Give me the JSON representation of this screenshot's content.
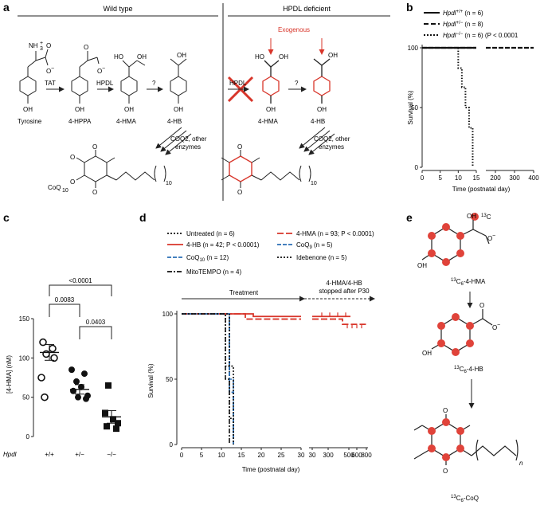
{
  "panels": {
    "a": {
      "letter": "a",
      "left_title": "Wild type",
      "right_title": "HPDL deficient",
      "exogenous": "Exogenous",
      "molecules": [
        "Tyrosine",
        "4-HPPA",
        "4-HMA",
        "4-HB",
        "4-HMA",
        "4-HB"
      ],
      "enzymes": [
        "TAT",
        "HPDL",
        "?",
        "HPDL",
        "?"
      ],
      "coq2_lines": [
        "COQ2, other",
        "enzymes"
      ],
      "coq_label": "CoQ",
      "coq_sub": "10",
      "subscript_10": "10",
      "amine": "NH",
      "amine_charge": "+",
      "amine_sub": "3",
      "oxygen": "O",
      "oxygen_minus": "O",
      "minus": "−",
      "oh": "OH",
      "ho": "HO"
    },
    "b": {
      "letter": "b",
      "legend": [
        {
          "gene": "Hpdl",
          "sup": "+/+",
          "rest": " (n = 6)"
        },
        {
          "gene": "Hpdl",
          "sup": "+/−",
          "rest": " (n = 8)"
        },
        {
          "gene": "Hpdl",
          "sup": "−/−",
          "rest": " (n = 6) (P < 0.0001"
        }
      ],
      "xlabel": "Time (postnatal day)",
      "ylabel": "Survival (%)"
    },
    "c": {
      "letter": "c",
      "ylabel": "[4-HMA] (nM)",
      "genotype_label": "Hpdl",
      "brackets": [
        "<0.0001",
        "0.0083",
        "0.0403"
      ]
    },
    "d": {
      "letter": "d",
      "legend": [
        {
          "label": "Untreated (n = 6)",
          "color": "#111111"
        },
        {
          "label": "4-HMA (n = 93; P < 0.0001)",
          "color": "#d8352a"
        },
        {
          "label": "4-HB (n = 42; P < 0.0001)",
          "color": "#d8352a"
        },
        {
          "label": "CoQ",
          "sub": "9",
          "rest": " (n = 5)",
          "color": "#2a6fb5"
        },
        {
          "label": "CoQ",
          "sub": "10",
          "rest": " (n = 12)",
          "color": "#2a6fb5"
        },
        {
          "label": "Idebenone (n = 5)",
          "color": "#111111"
        },
        {
          "label": "MitoTEMPO (n = 4)",
          "color": "#111111"
        }
      ],
      "treatment": "Treatment",
      "stopped": [
        "4-HMA/4-HB",
        "stopped after P30"
      ],
      "xlabel": "Time (postnatal day)",
      "ylabel": "Survival (%)"
    },
    "e": {
      "letter": "e",
      "isotope": "C",
      "isotope_mass": "13",
      "labels": [
        {
          "pre": "13",
          "mid": "C",
          "sub": "6",
          "post": "-4-HMA"
        },
        {
          "pre": "13",
          "mid": "C",
          "sub": "6",
          "post": "-4-HB"
        },
        {
          "pre": "13",
          "mid": "C",
          "sub": "6",
          "post": "-CoQ"
        }
      ],
      "n": "n",
      "oh": "OH",
      "o_minus": "O",
      "minus": "−"
    }
  },
  "chart_data": [
    {
      "type": "line",
      "panel": "b",
      "ylabel": "Survival (%)",
      "xlabel": "Time (postnatal day)",
      "x_ticks": [
        "0",
        "5",
        "10",
        "15",
        "200",
        "300",
        "400"
      ],
      "y_ticks": [
        "0",
        "50",
        "100"
      ],
      "ylim": [
        0,
        100
      ],
      "series": [
        {
          "name": "Hpdl+/+ (n = 6)",
          "x": [
            0,
            400
          ],
          "y": [
            100,
            100
          ]
        },
        {
          "name": "Hpdl+/− (n = 8)",
          "x": [
            0,
            400
          ],
          "y": [
            100,
            100
          ]
        },
        {
          "name": "Hpdl−/− (n = 6) (P < 0.0001",
          "x": [
            0,
            9,
            10,
            11,
            12,
            13,
            14
          ],
          "y": [
            100,
            100,
            83,
            67,
            50,
            33,
            0
          ]
        }
      ]
    },
    {
      "type": "scatter",
      "panel": "c",
      "ylabel": "[4-HMA] (nM)",
      "categories": [
        "+/+",
        "+/−",
        "−/−"
      ],
      "y_ticks": [
        "0",
        "50",
        "100",
        "150"
      ],
      "ylim": [
        0,
        150
      ],
      "series": [
        {
          "name": "+/+",
          "values": [
            120,
            112,
            105,
            100,
            75,
            50
          ],
          "mean": 107,
          "sem": 10
        },
        {
          "name": "+/−",
          "values": [
            85,
            80,
            70,
            63,
            58,
            52,
            50,
            48
          ],
          "mean": 60,
          "sem": 6
        },
        {
          "name": "−/−",
          "values": [
            65,
            30,
            22,
            17,
            13,
            10
          ],
          "mean": 25,
          "sem": 8
        }
      ],
      "brackets": [
        {
          "from": "+/+",
          "to": "−/−",
          "p": "<0.0001"
        },
        {
          "from": "+/+",
          "to": "+/−",
          "p": "0.0083"
        },
        {
          "from": "+/−",
          "to": "−/−",
          "p": "0.0403"
        }
      ]
    },
    {
      "type": "line",
      "panel": "d",
      "ylabel": "Survival (%)",
      "xlabel": "Time (postnatal day)",
      "x_ticks": [
        "0",
        "5",
        "10",
        "15",
        "20",
        "25",
        "30",
        "30",
        "300",
        "500",
        "600",
        "800"
      ],
      "y_ticks": [
        "0",
        "50",
        "100"
      ],
      "ylim": [
        0,
        100
      ],
      "series": [
        {
          "name": "4-HB (n = 42; P < 0.0001)",
          "x": [
            0,
            17,
            18,
            30
          ],
          "y": [
            100,
            100,
            98,
            98
          ]
        },
        {
          "name": "4-HMA (n = 93; P < 0.0001)",
          "x": [
            0,
            15,
            16,
            30
          ],
          "y": [
            100,
            100,
            96,
            96
          ]
        },
        {
          "name": "Untreated (n = 6)",
          "x": [
            0,
            10,
            11,
            12,
            13
          ],
          "y": [
            100,
            100,
            60,
            20,
            0
          ]
        },
        {
          "name": "CoQ9 (n = 5)",
          "x": [
            0,
            11,
            12,
            13
          ],
          "y": [
            100,
            100,
            40,
            0
          ]
        },
        {
          "name": "CoQ10 (n = 12)",
          "x": [
            0,
            11,
            12,
            13
          ],
          "y": [
            100,
            100,
            50,
            0
          ]
        },
        {
          "name": "Idebenone (n = 5)",
          "x": [
            0,
            11,
            12,
            13
          ],
          "y": [
            100,
            100,
            60,
            0
          ]
        },
        {
          "name": "MitoTEMPO (n = 4)",
          "x": [
            0,
            10,
            11,
            12
          ],
          "y": [
            100,
            100,
            50,
            0
          ]
        }
      ]
    }
  ]
}
